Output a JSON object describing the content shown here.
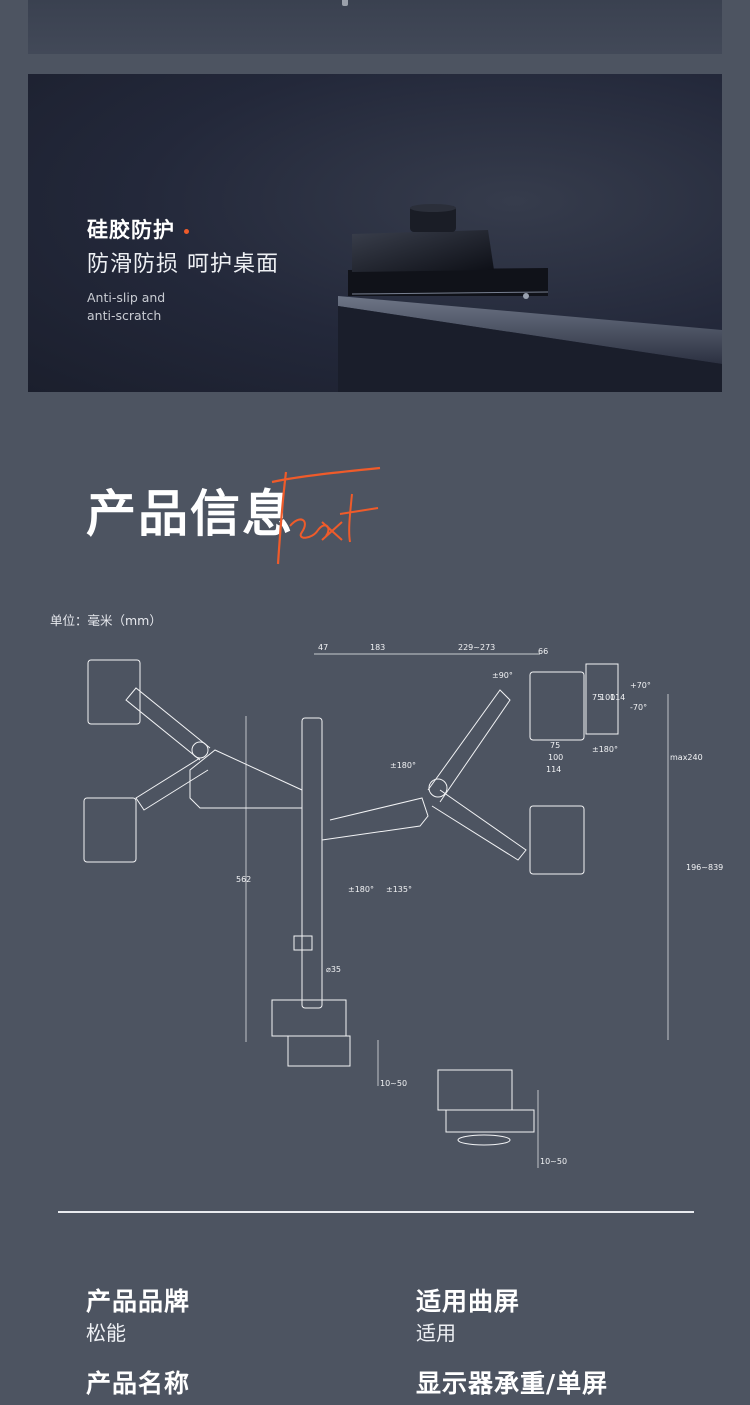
{
  "feature": {
    "title": "硅胶防护",
    "subtitle": "防滑防损  呵护桌面",
    "english_line1": "Anti-slip and",
    "english_line2": "anti-scratch"
  },
  "section": {
    "title": "产品信息",
    "script_word": "Text"
  },
  "diagram": {
    "unit_label": "单位：毫米（mm）",
    "dims": {
      "d47": "47",
      "d183": "183",
      "d229": "229~273",
      "d66": "66",
      "rot90": "±90°",
      "rot180a": "±180°",
      "rot180b": "±180°",
      "rot180c": "±180°",
      "tilt_up": "+70°",
      "tilt_down": "-70°",
      "vesa75v": "75",
      "vesa100v": "100",
      "vesa114v": "114",
      "vesa75h": "75",
      "vesa100h": "100",
      "vesa114h": "114",
      "max240": "max240",
      "h562": "562",
      "h196": "196~839",
      "rot135": "±135°",
      "d35": "⌀35",
      "clamp1": "10~50",
      "clamp2": "10~50"
    }
  },
  "specs": {
    "brand_label": "产品品牌",
    "brand_value": "松能",
    "curved_label": "适用曲屏",
    "curved_value": "适用",
    "name_label": "产品名称",
    "load_label": "显示器承重/单屏"
  },
  "colors": {
    "accent": "#ef5b2a",
    "background": "#4d5461",
    "line_art": "#f2f3f5"
  }
}
